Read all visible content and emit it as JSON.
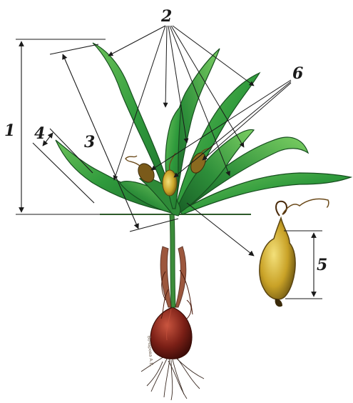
{
  "figure": {
    "labels": {
      "plant_height": "1",
      "leaves": "2",
      "leaf_length": "3",
      "leaf_width": "4",
      "capsule_length": "5",
      "capsules": "6"
    },
    "author_signature": "Бочарова А.В.",
    "colors": {
      "leaf_dark": "#1f6e2c",
      "leaf_mid": "#2f9a3c",
      "leaf_light": "#6cc25a",
      "capsule": "#c9a227",
      "bulb": "#7a1f16",
      "dimension_line": "#1a1a1a",
      "ground_line": "#2e5a2a"
    }
  }
}
